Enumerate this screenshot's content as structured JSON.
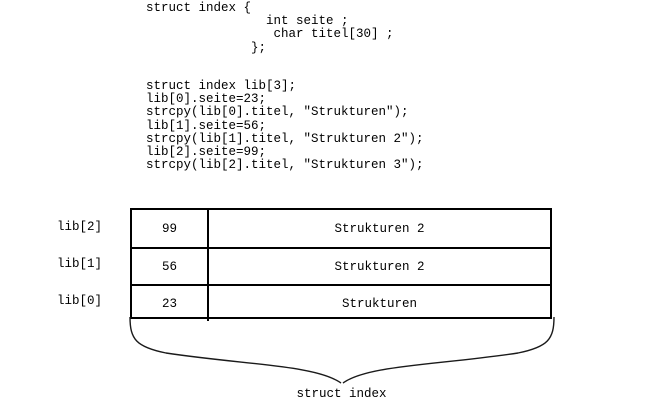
{
  "struct_definition": {
    "lines": [
      "struct index {",
      "                int seite ;",
      "                 char titel[30] ;",
      "              };"
    ],
    "text": "struct index {\n                int seite ;\n                 char titel[30] ;\n              };"
  },
  "initialization_code": {
    "lines": [
      "struct index lib[3];",
      "lib[0].seite=23;",
      "strcpy(lib[0].titel, \"Strukturen\");",
      "lib[1].seite=56;",
      "strcpy(lib[1].titel, \"Strukturen 2\");",
      "lib[2].seite=99;",
      "strcpy(lib[2].titel, \"Strukturen 3\");"
    ],
    "text": "struct index lib[3];\nlib[0].seite=23;\nstrcpy(lib[0].titel, \"Strukturen\");\nlib[1].seite=56;\nstrcpy(lib[1].titel, \"Strukturen 2\");\nlib[2].seite=99;\nstrcpy(lib[2].titel, \"Strukturen 3\");"
  },
  "array_table": {
    "rows": [
      {
        "label": "lib[2]",
        "seite": "99",
        "titel": "Strukturen 2"
      },
      {
        "label": "lib[1]",
        "seite": "56",
        "titel": "Strukturen 2"
      },
      {
        "label": "lib[0]",
        "seite": "23",
        "titel": "Strukturen"
      }
    ]
  },
  "brace_caption": "struct index",
  "colors": {
    "background": "#ffffff",
    "text": "#000000",
    "border": "#000000",
    "brace": "#1a1a1a"
  }
}
